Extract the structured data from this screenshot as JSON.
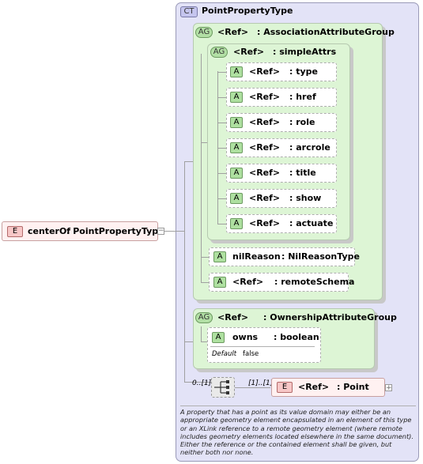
{
  "complex_type": {
    "badge": "CT",
    "name": "PointPropertyType"
  },
  "root_element": {
    "badge": "E",
    "label": "centerOf",
    "colon_type": ": PointPropertyType"
  },
  "association_group": {
    "badge": "AG",
    "ref": "<Ref>",
    "name": ": AssociationAttributeGroup",
    "simple_attrs": {
      "badge": "AG",
      "ref": "<Ref>",
      "name": ": simpleAttrs",
      "attrs": [
        {
          "badge": "A",
          "ref": "<Ref>",
          "name": ": type"
        },
        {
          "badge": "A",
          "ref": "<Ref>",
          "name": ": href"
        },
        {
          "badge": "A",
          "ref": "<Ref>",
          "name": ": role"
        },
        {
          "badge": "A",
          "ref": "<Ref>",
          "name": ": arcrole"
        },
        {
          "badge": "A",
          "ref": "<Ref>",
          "name": ": title"
        },
        {
          "badge": "A",
          "ref": "<Ref>",
          "name": ": show"
        },
        {
          "badge": "A",
          "ref": "<Ref>",
          "name": ": actuate"
        }
      ]
    },
    "nil_reason": {
      "badge": "A",
      "name": "nilReason",
      "type": ": NilReasonType"
    },
    "remote_schema": {
      "badge": "A",
      "ref": "<Ref>",
      "name": ": remoteSchema"
    }
  },
  "ownership_group": {
    "badge": "AG",
    "ref": "<Ref>",
    "name": ": OwnershipAttributeGroup",
    "owns": {
      "badge": "A",
      "name": "owns",
      "type": ": boolean",
      "default_label": "Default",
      "default_value": "false"
    }
  },
  "sequence": {
    "multiplicity": "0..[1]"
  },
  "point_element": {
    "multiplicity": "[1]..[1]",
    "badge": "E",
    "ref": "<Ref>",
    "name": ": Point"
  },
  "description": "A property that has a point as its value domain may either be an appropriate geometry element encapsulated in an element of this type or an XLink reference to a remote geometry element (where remote includes geometry elements located elsewhere in the same document). Either the reference or the contained element shall be given, but neither both nor none."
}
